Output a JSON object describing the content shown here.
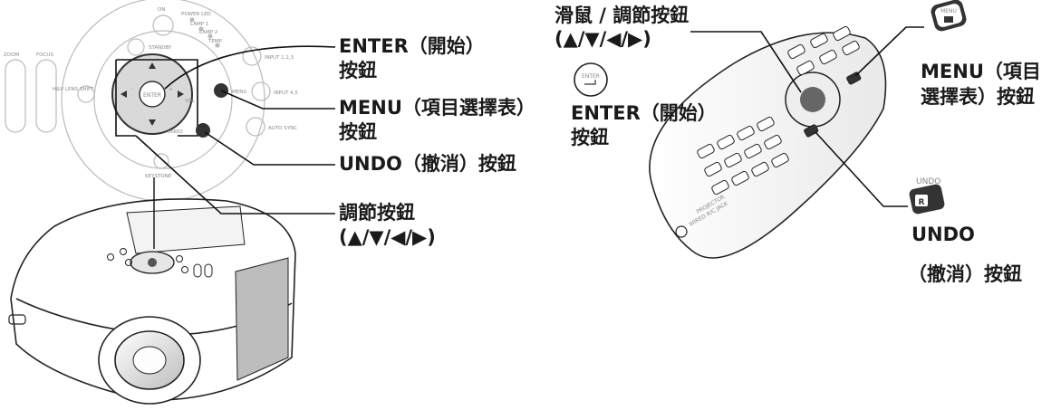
{
  "panel_labels": {
    "enter_line1": "ENTER（開始）",
    "enter_line2": "按鈕",
    "menu_line1": "MENU（項目選擇表）",
    "menu_line2": "按鈕",
    "undo": "UNDO（撤消）按鈕",
    "adjust_line1": "調節按鈕",
    "adjust_line2": "(▲/▼/◀/▶)"
  },
  "remote_labels": {
    "mouse_line1": "滑鼠 / 調節按鈕",
    "mouse_line2": "(▲/▼/◀/▶)",
    "enter_line1": "ENTER（開始）",
    "enter_line2": "按鈕",
    "menu_line1": "MENU（項目",
    "menu_line2": "選擇表）按鈕",
    "undo_line1": "UNDO",
    "undo_line2": "（撤消）按鈕"
  },
  "panel_printed": {
    "on": "ON",
    "power_led": "POWER LED",
    "lamp1": "LAMP 1",
    "lamp2": "LAMP 2",
    "temp": "TEMP",
    "standby": "STANDBY",
    "zoom": "ZOOM",
    "focus": "FOCUS",
    "lens_shift": "H&V LENS SHIFT",
    "enter": "ENTER",
    "vol_minus": "–",
    "vol_plus": "+",
    "vol": "VOL",
    "menu": "MENU",
    "undo": "UNDO",
    "input_123": "INPUT 1,2,3",
    "input_45": "INPUT 4,5",
    "auto_sync": "AUTO SYNC",
    "keystone": "KEYSTONE"
  },
  "remote_printed": {
    "menu_icon": "MENU",
    "enter_icon": "ENTER",
    "undo_icon": "UNDO",
    "r_key": "R",
    "projector": "PROJECTOR",
    "wired": "WIRED R/C JACK"
  },
  "colors": {
    "line": "#111111",
    "light_line": "#bbbbbb",
    "disc_fill": "#d9d9d9",
    "button_dark": "#333333"
  }
}
